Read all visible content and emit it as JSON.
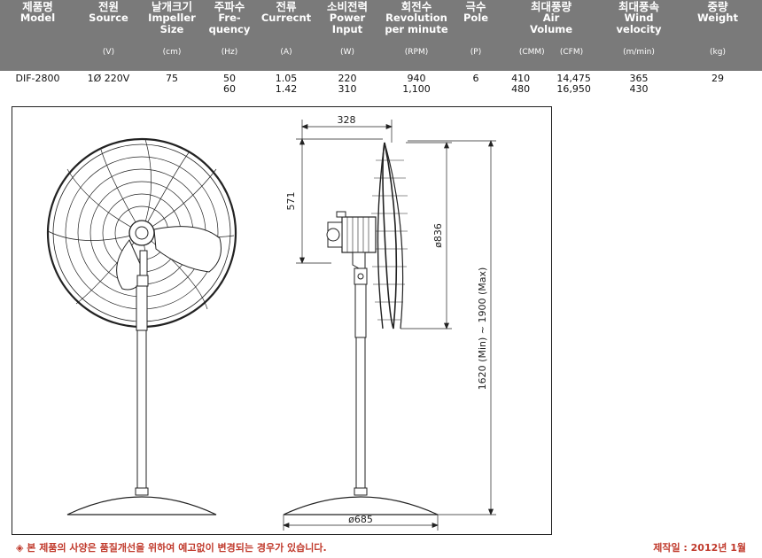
{
  "table": {
    "headers": [
      {
        "ko": "제품명",
        "en": [
          "Model"
        ],
        "unit": ""
      },
      {
        "ko": "전원",
        "en": [
          "Source"
        ],
        "unit": "(V)"
      },
      {
        "ko": "날개크기",
        "en": [
          "Impeller",
          "Size"
        ],
        "unit": "(cm)"
      },
      {
        "ko": "주파수",
        "en": [
          "Fre-",
          "quency"
        ],
        "unit": "(Hz)"
      },
      {
        "ko": "전류",
        "en": [
          "Currecnt"
        ],
        "unit": "(A)"
      },
      {
        "ko": "소비전력",
        "en": [
          "Power",
          "Input"
        ],
        "unit": "(W)"
      },
      {
        "ko": "회전수",
        "en": [
          "Revolution",
          "per minute"
        ],
        "unit": "(RPM)"
      },
      {
        "ko": "극수",
        "en": [
          "Pole"
        ],
        "unit": "(P)"
      },
      {
        "ko": "최대풍량",
        "en": [
          "Air",
          "Volume"
        ],
        "unit": "(CMM)      (CFM)"
      },
      {
        "ko": "최대풍속",
        "en": [
          "Wind",
          "velocity"
        ],
        "unit": "(m/min)"
      },
      {
        "ko": "중량",
        "en": [
          "Weight"
        ],
        "unit": "(kg)"
      }
    ],
    "row": {
      "model": "DIF-2800",
      "source": "1Ø 220V",
      "size": "75",
      "freq": [
        "50",
        "60"
      ],
      "current": [
        "1.05",
        "1.42"
      ],
      "power": [
        "220",
        "310"
      ],
      "rpm": [
        "940",
        "1,100"
      ],
      "pole": "6",
      "cmm": [
        "410",
        "480"
      ],
      "cfm": [
        "14,475",
        "16,950"
      ],
      "wind": [
        "365",
        "430"
      ],
      "weight": "29"
    }
  },
  "drawing": {
    "dim_depth": "328",
    "dim_height_motor": "571",
    "dim_diameter": "ø836",
    "dim_total_height": "1620 (Min) ~ 1900 (Max)",
    "dim_base": "ø685"
  },
  "footer": {
    "note": "◈ 본 제품의 사양은 품질개선을 위하여 예고없이 변경되는 경우가 있습니다.",
    "date": "제작일 : 2012년 1월"
  }
}
